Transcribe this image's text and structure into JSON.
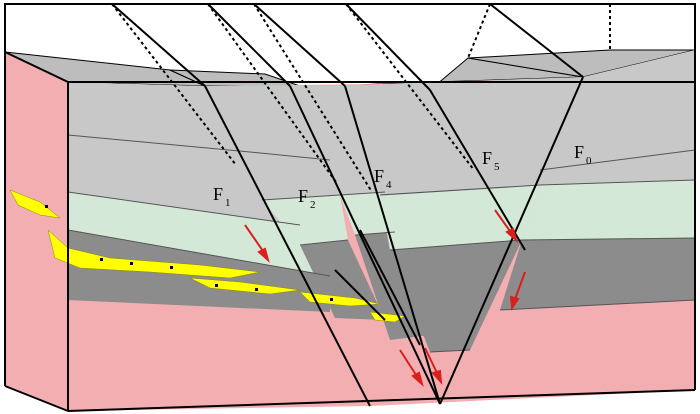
{
  "colors": {
    "top_layer": "#c8c8c8",
    "top_surface": "#bdbdbd",
    "green_layer": "#d4e8d8",
    "dark_layer": "#8c8c8c",
    "pink_layer": "#f2aeb0",
    "sand_body": "#ffff00",
    "arrow": "#d8201c",
    "line": "#000000"
  },
  "faults": [
    {
      "id": "F1",
      "base": "F",
      "sub": "1"
    },
    {
      "id": "F2",
      "base": "F",
      "sub": "2"
    },
    {
      "id": "F4",
      "base": "F",
      "sub": "4"
    },
    {
      "id": "F5",
      "base": "F",
      "sub": "5"
    },
    {
      "id": "F0",
      "base": "F",
      "sub": "0"
    }
  ],
  "icons": {
    "slip_arrow": "red-slip-arrow-icon"
  }
}
